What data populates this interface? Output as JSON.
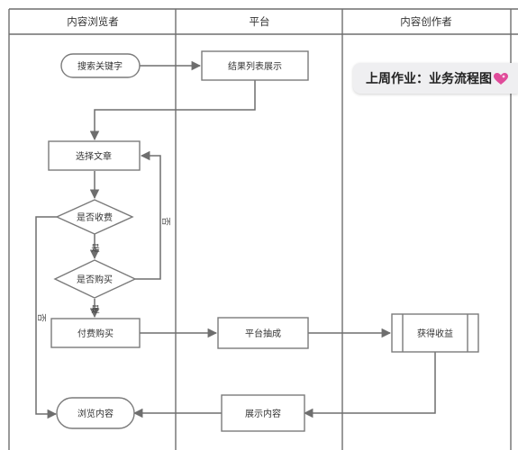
{
  "lanes": {
    "browser": "内容浏览者",
    "platform": "平台",
    "creator": "内容创作者"
  },
  "nodes": {
    "search": "搜索关键字",
    "result_list": "结果列表展示",
    "select_article": "选择文章",
    "is_paid": "是否收费",
    "is_bought": "是否购买",
    "pay": "付费购买",
    "platform_cut": "平台抽成",
    "get_income": "获得收益",
    "show_content": "展示内容",
    "browse_content": "浏览内容"
  },
  "edge_labels": {
    "paid_yes": "是",
    "bought_yes": "是",
    "bought_no": "否",
    "paid_no": "否"
  },
  "title_card": {
    "text": "上周作业：业务流程图",
    "icon": "sparkling-heart-icon",
    "icon_color": "#e04b9a"
  },
  "colors": {
    "line": "#6e6e6e",
    "card_bg": "#efeff1"
  }
}
